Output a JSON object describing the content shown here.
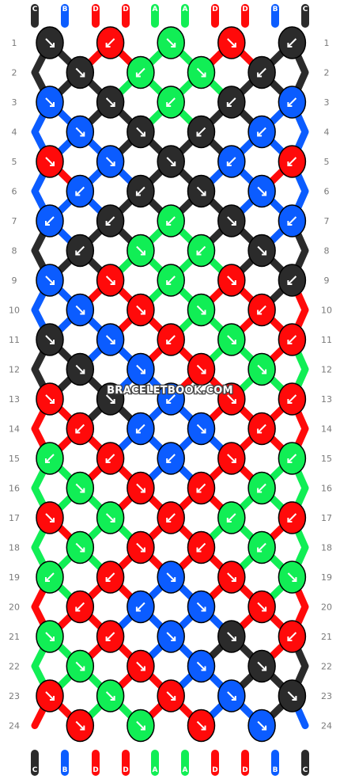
{
  "watermark": "BRACELETBOOK.COM",
  "colors": {
    "C": "#2b2b2b",
    "B": "#0b5cff",
    "D": "#ff0a0a",
    "A": "#11ee55"
  },
  "strings": [
    "C",
    "B",
    "D",
    "D",
    "A",
    "A",
    "D",
    "D",
    "B",
    "C"
  ],
  "strings_bottom": [
    "C",
    "B",
    "D",
    "D",
    "A",
    "A",
    "D",
    "D",
    "B",
    "C"
  ],
  "row_labels": [
    "1",
    "2",
    "3",
    "4",
    "5",
    "6",
    "7",
    "8",
    "9",
    "10",
    "11",
    "12",
    "13",
    "14",
    "15",
    "16",
    "17",
    "18",
    "19",
    "20",
    "21",
    "22",
    "23",
    "24"
  ],
  "knots": [
    [
      "C:R",
      "D:L",
      "A:R",
      "D:R",
      "C:L"
    ],
    [
      "C:R",
      "A:L",
      "A:R",
      "C:L"
    ],
    [
      "B:R",
      "C:R",
      "A:L",
      "C:L",
      "B:L"
    ],
    [
      "B:R",
      "C:R",
      "C:L",
      "B:L"
    ],
    [
      "D:R",
      "B:R",
      "C:R",
      "B:L",
      "D:L"
    ],
    [
      "B:L",
      "C:L",
      "C:R",
      "B:R"
    ],
    [
      "B:L",
      "C:L",
      "A:L",
      "C:R",
      "B:L"
    ],
    [
      "C:L",
      "A:R",
      "A:L",
      "C:R"
    ],
    [
      "B:R",
      "D:R",
      "A:L",
      "D:R",
      "C:L"
    ],
    [
      "B:R",
      "D:R",
      "A:R",
      "D:L"
    ],
    [
      "C:R",
      "B:R",
      "D:L",
      "A:R",
      "D:L"
    ],
    [
      "C:R",
      "B:R",
      "D:R",
      "A:R"
    ],
    [
      "D:R",
      "C:R",
      "B:L",
      "D:R",
      "D:L"
    ],
    [
      "D:L",
      "B:L",
      "B:R",
      "D:L"
    ],
    [
      "A:L",
      "D:L",
      "B:L",
      "D:R",
      "A:L"
    ],
    [
      "A:R",
      "D:R",
      "D:L",
      "A:L"
    ],
    [
      "D:R",
      "A:R",
      "D:L",
      "A:L",
      "D:L"
    ],
    [
      "A:R",
      "D:R",
      "D:L",
      "A:L"
    ],
    [
      "A:L",
      "D:L",
      "B:R",
      "D:R",
      "A:R"
    ],
    [
      "D:L",
      "B:L",
      "B:R",
      "D:R"
    ],
    [
      "A:R",
      "D:L",
      "B:R",
      "C:R",
      "D:L"
    ],
    [
      "A:R",
      "D:R",
      "B:R",
      "C:R"
    ],
    [
      "D:R",
      "A:R",
      "D:R",
      "B:R",
      "C:R"
    ],
    [
      "D:R",
      "A:R",
      "D:R",
      "B:R"
    ]
  ]
}
